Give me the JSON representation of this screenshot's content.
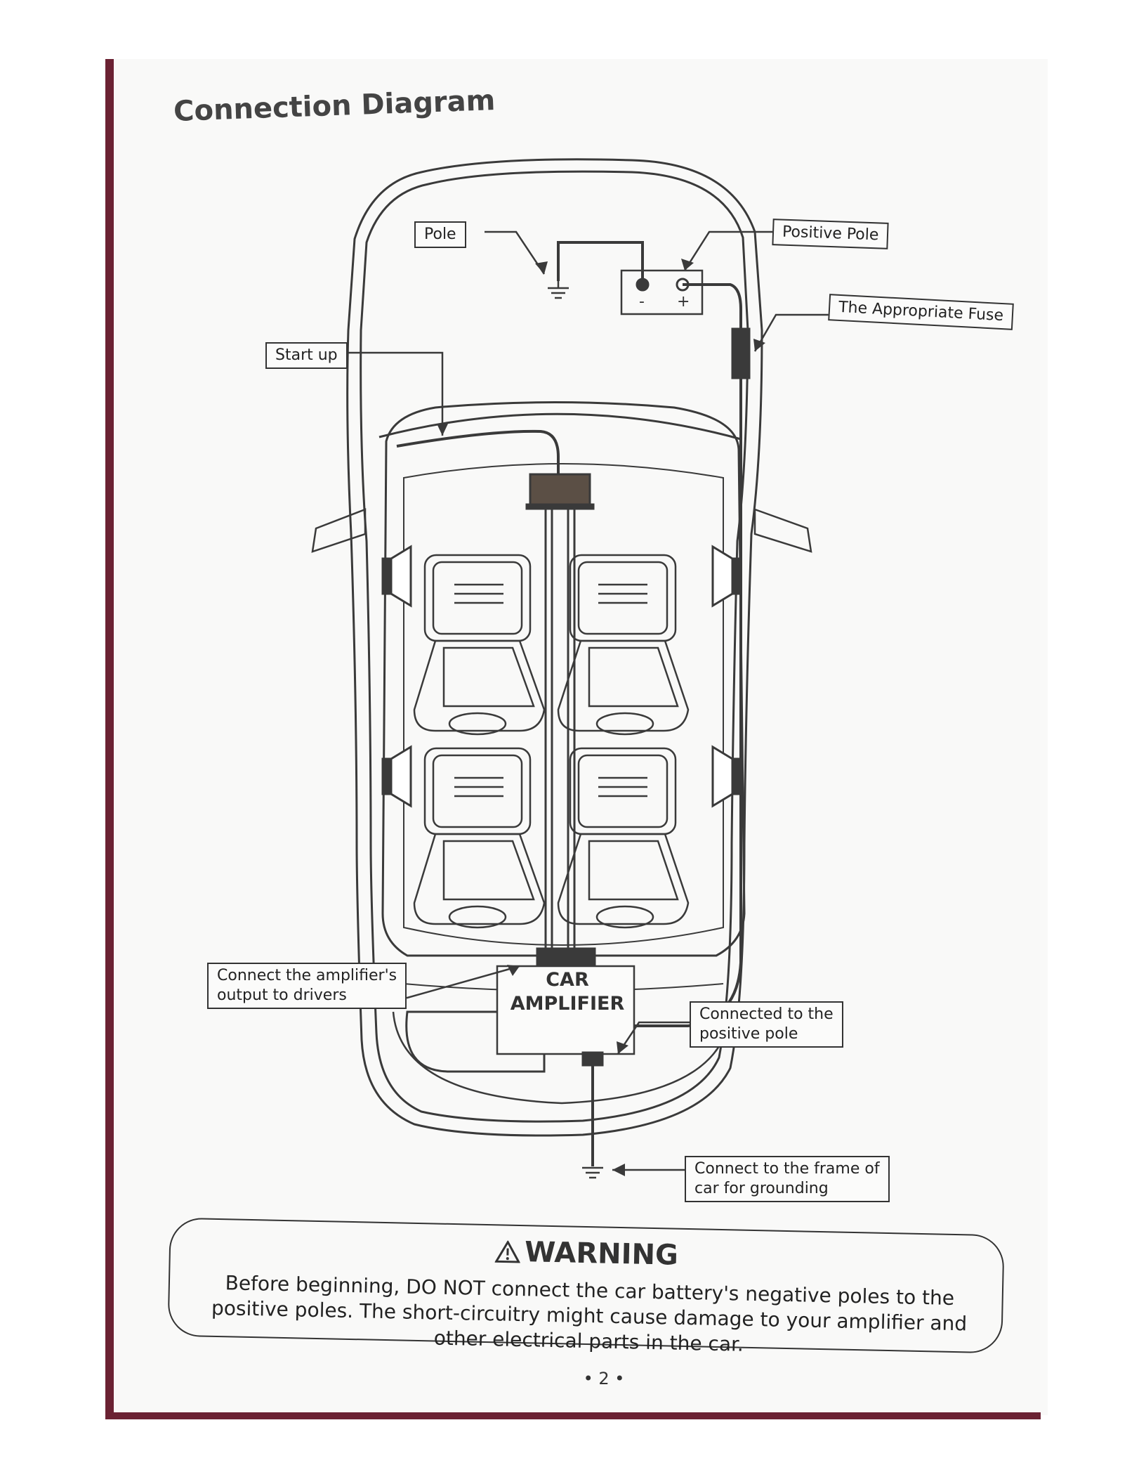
{
  "title": "Connection Diagram",
  "callouts": {
    "pole": "Pole",
    "positive_pole": "Positive Pole",
    "fuse": "The Appropriate Fuse",
    "start_up": "Start up",
    "amp_output_line1": "Connect the amplifier's",
    "amp_output_line2": "output to drivers",
    "connected_positive_line1": "Connected to the",
    "connected_positive_line2": "positive pole",
    "ground_line1": "Connect to the frame of",
    "ground_line2": "car for grounding"
  },
  "amplifier": {
    "line1": "CAR",
    "line2": "AMPLIFIER"
  },
  "battery": {
    "minus": "-",
    "plus": "+"
  },
  "warning": {
    "title": "WARNING",
    "text": "Before beginning, DO NOT connect the car battery's negative poles to the positive poles. The short-circuitry might cause damage to your amplifier and other electrical parts in the car."
  },
  "page_number": "• 2 •",
  "colors": {
    "binding": "#6b2233",
    "line": "#3a3a3a",
    "dark_fill": "#5b4f45"
  }
}
